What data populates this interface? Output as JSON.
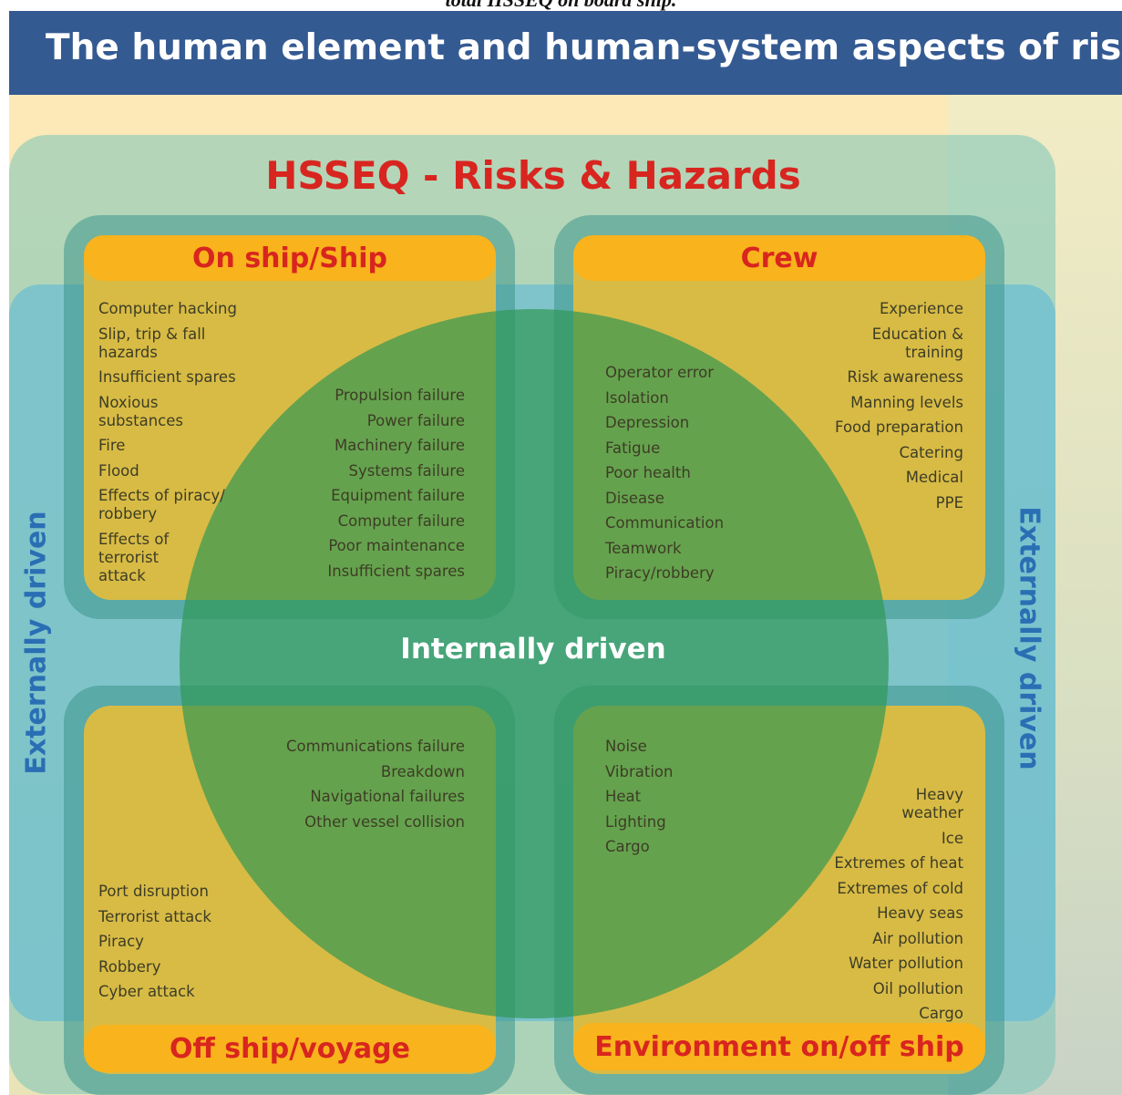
{
  "caption": "total HSSEQ on board ship.",
  "title": "The human element and human-system aspects of risks",
  "colors": {
    "title_bar": "#345a92",
    "heading_red": "#d8251f",
    "header_orange": "#f9b31c",
    "quadrant_gold": "#d8bb45",
    "circle_green": "#2e9652",
    "external_blue": "#2a6fb4"
  },
  "diagram": {
    "heading": "HSSEQ - Risks & Hazards",
    "center_label": "Internally driven",
    "external_label_left": "Externally driven",
    "external_label_right": "Externally driven",
    "quadrants": {
      "ship": {
        "title": "On ship/Ship",
        "external_items": [
          "Computer hacking",
          "Slip, trip & fall\nhazards",
          "Insufficient spares",
          "Noxious\nsubstances",
          "Fire",
          "Flood",
          "Effects of piracy/\nrobbery",
          "Effects of\nterrorist\nattack"
        ],
        "internal_items": [
          "Propulsion failure",
          "Power failure",
          "Machinery failure",
          "Systems failure",
          "Equipment failure",
          "Computer failure",
          "Poor maintenance",
          "Insufficient spares"
        ]
      },
      "crew": {
        "title": "Crew",
        "internal_items": [
          "Operator error",
          "Isolation",
          "Depression",
          "Fatigue",
          "Poor health",
          "Disease",
          "Communication",
          "Teamwork",
          "Piracy/robbery"
        ],
        "external_items": [
          "Experience",
          "Education &\ntraining",
          "Risk awareness",
          "Manning levels",
          "Food preparation",
          "Catering",
          "Medical",
          "PPE"
        ]
      },
      "voyage": {
        "title": "Off ship/voyage",
        "internal_items": [
          "Communications failure",
          "Breakdown",
          "Navigational failures",
          "Other vessel collision"
        ],
        "external_items": [
          "Port disruption",
          "Terrorist attack",
          "Piracy",
          "Robbery",
          "Cyber attack"
        ]
      },
      "environment": {
        "title": "Environment on/off ship",
        "internal_items": [
          "Noise",
          "Vibration",
          "Heat",
          "Lighting",
          "Cargo"
        ],
        "external_items": [
          "Heavy\nweather",
          "Ice",
          "Extremes of heat",
          "Extremes of cold",
          "Heavy seas",
          "Air pollution",
          "Water pollution",
          "Oil pollution",
          "Cargo"
        ]
      }
    }
  }
}
